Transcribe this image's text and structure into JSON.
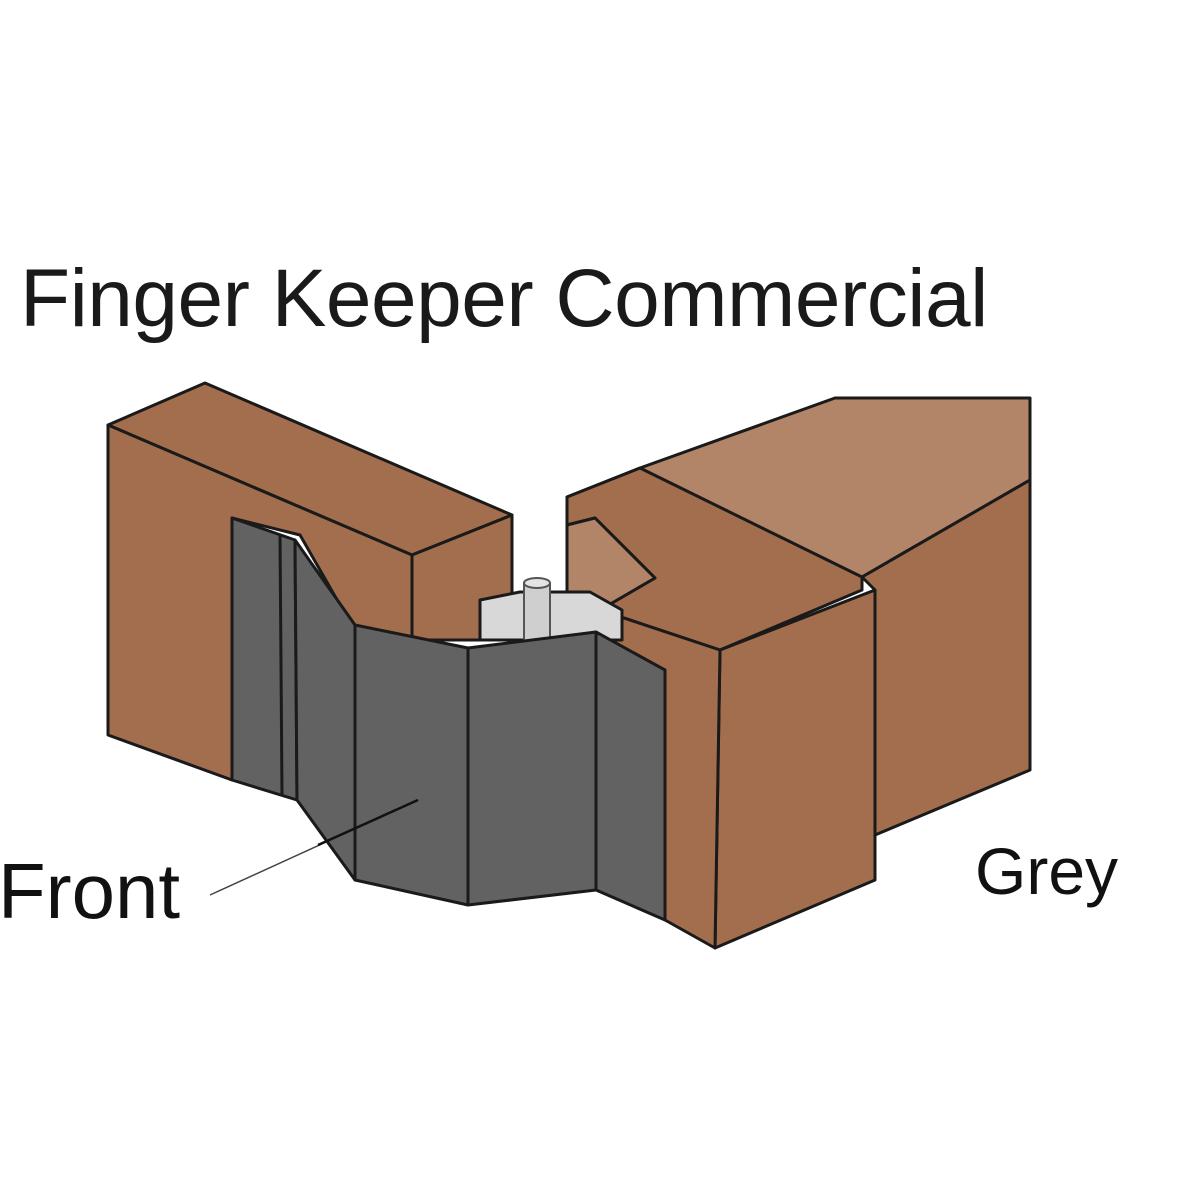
{
  "title": "Finger Keeper Commercial",
  "labels": {
    "front": "Front",
    "colour": "Grey"
  },
  "colors": {
    "wood_face": "#a26e4e",
    "wood_light": "#b28468",
    "guard_grey": "#626262",
    "hinge_light": "#d8d8d8",
    "outline": "#1a1a1a"
  }
}
